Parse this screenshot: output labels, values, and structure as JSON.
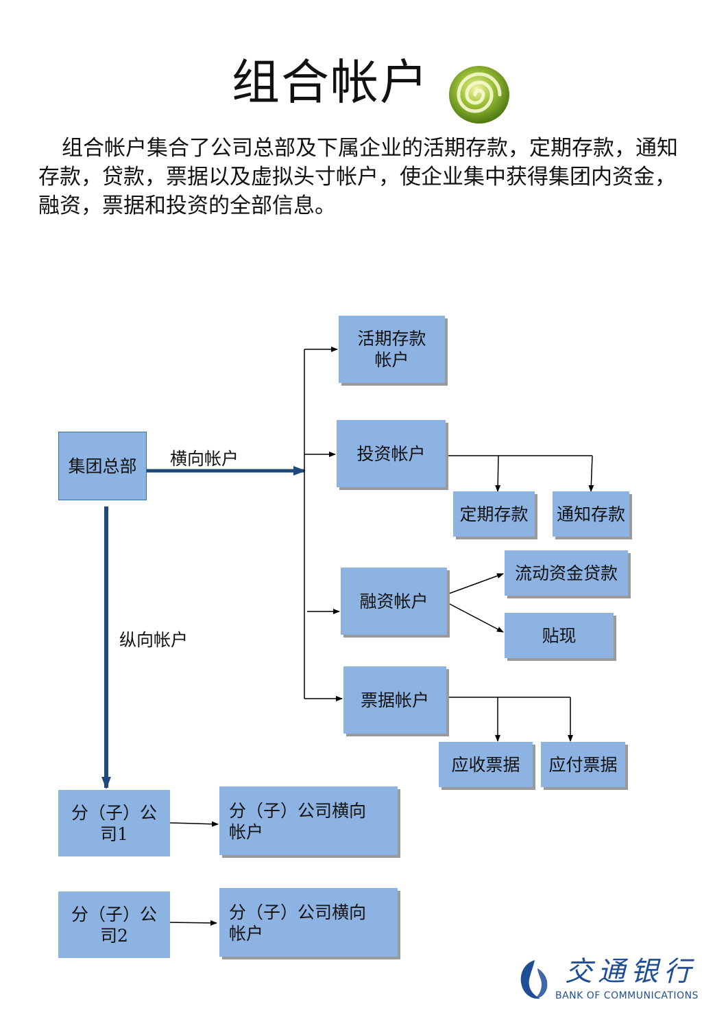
{
  "title": "组合帐户",
  "intro": "组合帐户集合了公司总部及下属企业的活期存款，定期存款，通知存款，贷款，票据以及虚拟头寸帐户，使企业集中获得集团内资金，融资，票据和投资的全部信息。",
  "icons": {
    "title_decoration": "green-swirl-icon",
    "bank_logo": "bank-logo-icon"
  },
  "colors": {
    "box_fill": "#8db3e2",
    "thick_arrow": "#1f497d",
    "logo": "#1f4e96"
  },
  "diagram": {
    "hq": "集团总部",
    "horizontal_label": "横向帐户",
    "vertical_label": "纵向帐户",
    "current_account": "活期存款帐户",
    "investment_account": "投资帐户",
    "fixed_deposit": "定期存款",
    "notice_deposit": "通知存款",
    "financing_account": "融资帐户",
    "working_capital_loan": "流动资金贷款",
    "discount": "贴现",
    "bill_account": "票据帐户",
    "receivable_bills": "应收票据",
    "payable_bills": "应付票据",
    "sub1": "分（子）公司1",
    "sub1_account": "分（子）公司横向帐户",
    "sub2": "分（子）公司2",
    "sub2_account": "分（子）公司横向帐户"
  },
  "logo": {
    "cn": "交通银行",
    "en": "BANK OF COMMUNICATIONS"
  }
}
